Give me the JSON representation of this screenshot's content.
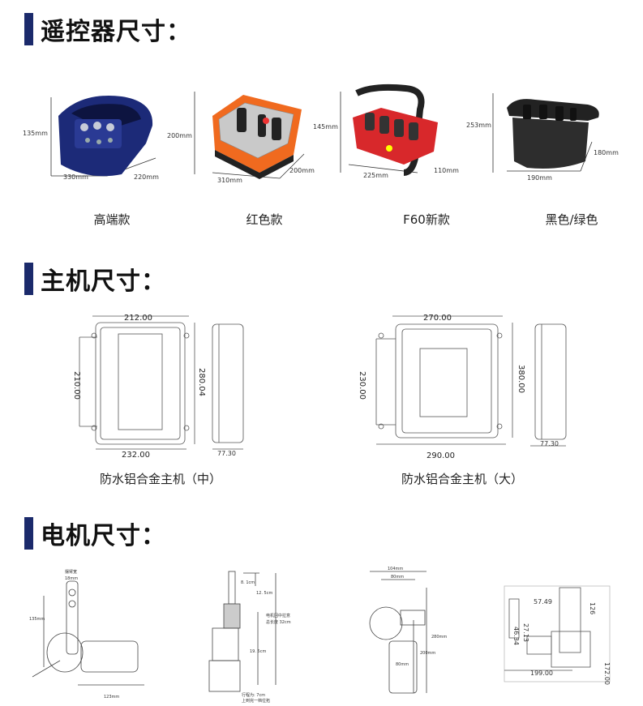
{
  "sections": {
    "remote": "遥控器尺寸：",
    "host": "主机尺寸：",
    "motor": "电机尺寸："
  },
  "colors": {
    "accent_bar": "#1b2a6b",
    "remote_red": "#d8282b",
    "remote_orange": "#f06a1f",
    "remote_navy": "#1c2a78"
  },
  "remotes": [
    {
      "name": "高端款",
      "height": "135mm",
      "width": "330mm",
      "depth": "220mm"
    },
    {
      "name": "红色款",
      "height": "200mm",
      "width": "310mm",
      "depth": "200mm"
    },
    {
      "name": "F60新款",
      "height": "145mm",
      "width": "225mm",
      "depth": "110mm"
    },
    {
      "name": "黑色/绿色",
      "height": "253mm",
      "width": "190mm",
      "depth": "180mm"
    }
  ],
  "hosts": [
    {
      "name": "防水铝合金主机（中）",
      "top": "212.00",
      "left": "210.00",
      "bottom": "232.00",
      "right": "280.04",
      "side": "77.30"
    },
    {
      "name": "防水铝合金主机（大）",
      "top": "270.00",
      "left": "230.00",
      "bottom": "290.00",
      "right": "380.00",
      "side": "77.30"
    }
  ],
  "motors": {
    "m1": {
      "top_label": "摆臂宽",
      "top_val": "18mm",
      "height": "135mm",
      "bottom": "123mm"
    },
    "m2": {
      "a": "8. 1cm",
      "b": "12. 5cm",
      "c": "19. 5cm",
      "note1": "电机回中拉意",
      "note2": "总长度 32cm",
      "foot1": "行程为: 7cm",
      "foot2": "上到完一档位拓"
    },
    "m3": {
      "w1": "104mm",
      "w2": "80mm",
      "h1": "280mm",
      "h2": "200mm",
      "b": "80mm"
    },
    "m4": {
      "a": "57.49",
      "b": "199.00",
      "c": "27.13",
      "d": "46.34",
      "e": "126",
      "f": "172.00"
    }
  }
}
